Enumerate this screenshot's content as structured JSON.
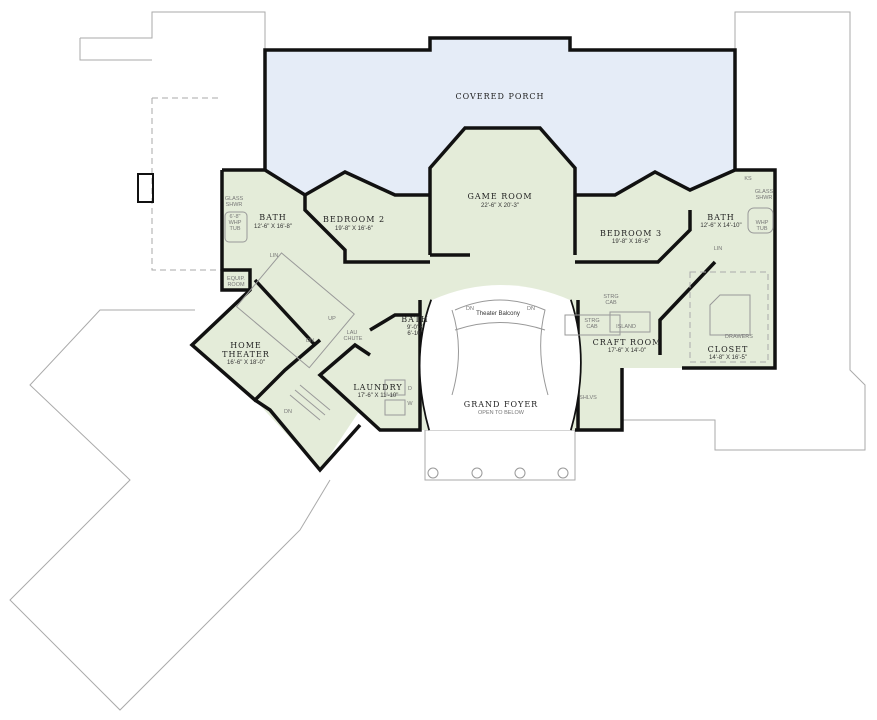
{
  "rooms": {
    "covered_porch": {
      "name": "COVERED PORCH"
    },
    "game_room": {
      "name": "GAME ROOM",
      "dims": "22'-6\" X 20'-3\""
    },
    "bedroom2": {
      "name": "BEDROOM 2",
      "dims": "19'-8\" X 16'-6\""
    },
    "bath_left": {
      "name": "BATH",
      "dims": "12'-6\" X 16'-8\""
    },
    "bedroom3": {
      "name": "BEDROOM 3",
      "dims": "19'-8\" X 16'-6\""
    },
    "bath_right": {
      "name": "BATH",
      "dims": "12'-6\" X 14'-10\""
    },
    "home_theater": {
      "name": "HOME",
      "name2": "THEATER",
      "dims": "16'-6\" X 18'-0\""
    },
    "laundry": {
      "name": "LAUNDRY",
      "dims": "17'-6\" X 11'-10\""
    },
    "bath_small": {
      "name": "BATH",
      "dims": "9'-0\"X",
      "dims2": "6'-10\""
    },
    "craft_room": {
      "name": "CRAFT ROOM",
      "dims": "17'-6\" X 14'-0\""
    },
    "closet": {
      "name": "CLOSET",
      "dims": "14'-8\" X 16'-5\""
    },
    "grand_foyer": {
      "name": "GRAND FOYER",
      "sub": "OPEN TO BELOW"
    },
    "theater_balcony": {
      "name": "Theater Balcony"
    }
  },
  "fixtures": {
    "glass_shwr_l1": "GLASS",
    "glass_shwr_l2": "SHWR",
    "tub_l1": "6'-8\"",
    "tub_l2": "WHP",
    "tub_l3": "TUB",
    "lin": "LIN",
    "lin2": "LIN",
    "equip_l1": "EQUIP.",
    "equip_l2": "ROOM",
    "up": "UP",
    "dn": "DN",
    "dn2": "DN",
    "dn3": "DN",
    "dn4": "DN",
    "lau_l1": "LAU",
    "lau_l2": "CHUTE",
    "strg1_l1": "STRG",
    "strg1_l2": "CAB",
    "strg2_l1": "STRG",
    "strg2_l2": "CAB",
    "island": "ISLAND",
    "shlvs": "SHLVS",
    "ks": "KS",
    "glass_r1": "GLASS",
    "glass_r2": "SHWR",
    "whp_r1": "WHP",
    "whp_r2": "TUB",
    "dryer": "D",
    "washer": "W",
    "drawers": "DRAWERS"
  }
}
